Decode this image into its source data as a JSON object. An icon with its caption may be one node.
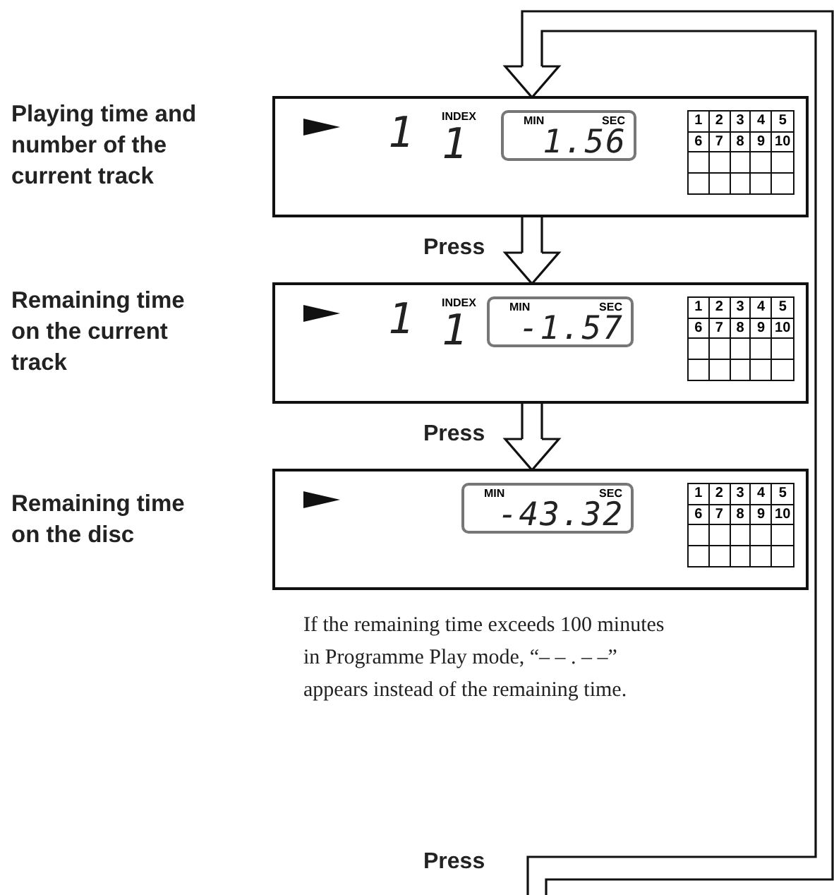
{
  "diagram": {
    "nodes": [
      {
        "text": [
          "1",
          "INDEX",
          "1"
        ],
        "beside": [
          "Playing time and number of the current track"
        ]
      },
      {
        "text": [
          "MIN",
          "SEC",
          "1.56"
        ],
        "in": 0
      },
      {
        "text": [
          "1",
          "2",
          "3",
          "4",
          "5",
          "6",
          "7",
          "8",
          "9",
          "10"
        ],
        "in": 0
      },
      {
        "text": [
          "1",
          "INDEX",
          "1"
        ],
        "beside": [
          "Remaining time on the current track"
        ]
      },
      {
        "text": [
          "MIN",
          "SEC",
          "-1.57"
        ],
        "in": 3
      },
      {
        "text": [
          "1",
          "2",
          "3",
          "4",
          "5",
          "6",
          "7",
          "8",
          "9",
          "10"
        ],
        "in": 3
      },
      {
        "text": [],
        "shape": "box",
        "beside": [
          "Remaining time on the disc"
        ]
      },
      {
        "text": [
          "MIN",
          "SEC",
          "-43.32"
        ],
        "in": 6
      },
      {
        "text": [
          "1",
          "2",
          "3",
          "4",
          "5",
          "6",
          "7",
          "8",
          "9",
          "10"
        ],
        "in": 6
      }
    ],
    "edges": [
      {
        "from": 0,
        "to": 3,
        "arrow": "to",
        "label": "Press"
      },
      {
        "from": 3,
        "to": 6,
        "arrow": "to",
        "label": "Press"
      },
      {
        "from": null,
        "to": 0,
        "arrow": "to",
        "label": "Press"
      }
    ],
    "labels": [
      "If the remaining time exceeds 100 minutes in Programme Play mode, “– – . – –” appears instead of the remaining time."
    ]
  }
}
